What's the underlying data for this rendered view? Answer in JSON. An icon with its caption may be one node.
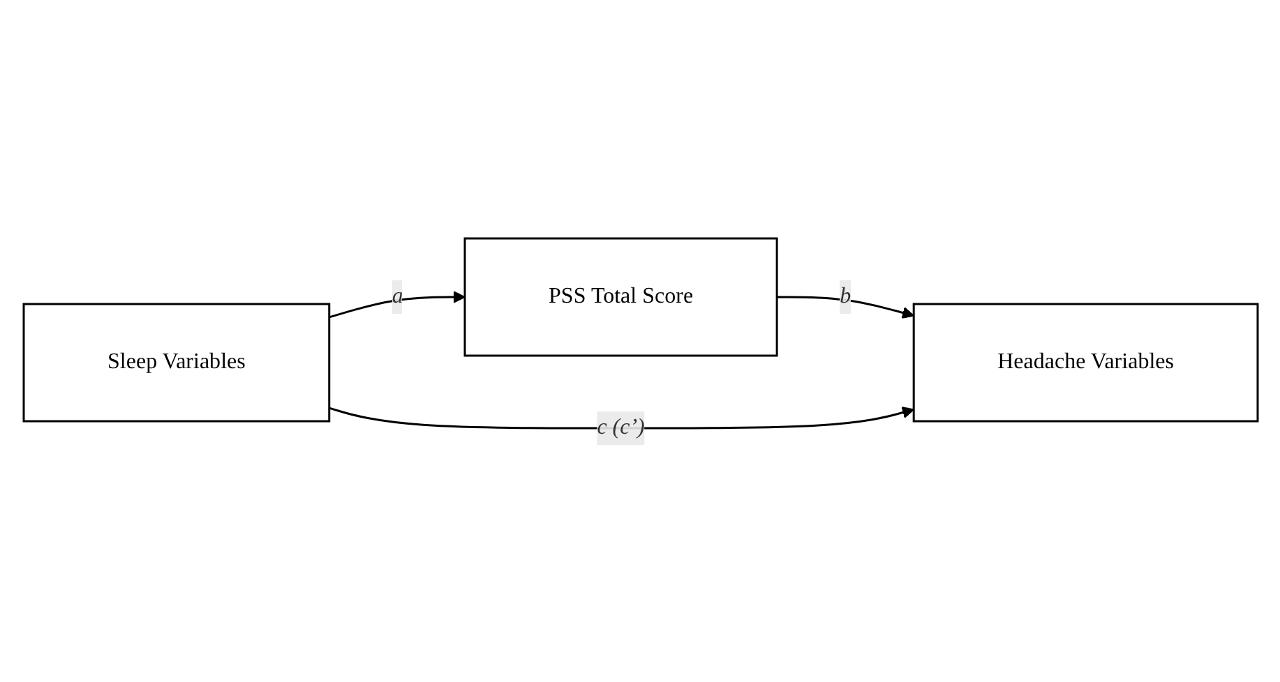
{
  "diagram": {
    "nodes": [
      {
        "text": [
          "PSS Total Score"
        ]
      },
      {
        "text": [
          "Sleep Variables"
        ]
      },
      {
        "text": [
          "Headache Variables"
        ]
      }
    ],
    "edges": [
      {
        "from": 1,
        "to": 0,
        "arrow": "to",
        "label": "a"
      },
      {
        "from": 0,
        "to": 2,
        "arrow": "to",
        "label": "b"
      },
      {
        "from": 1,
        "to": 2,
        "arrow": "to",
        "label": "c  (c’)"
      }
    ]
  }
}
